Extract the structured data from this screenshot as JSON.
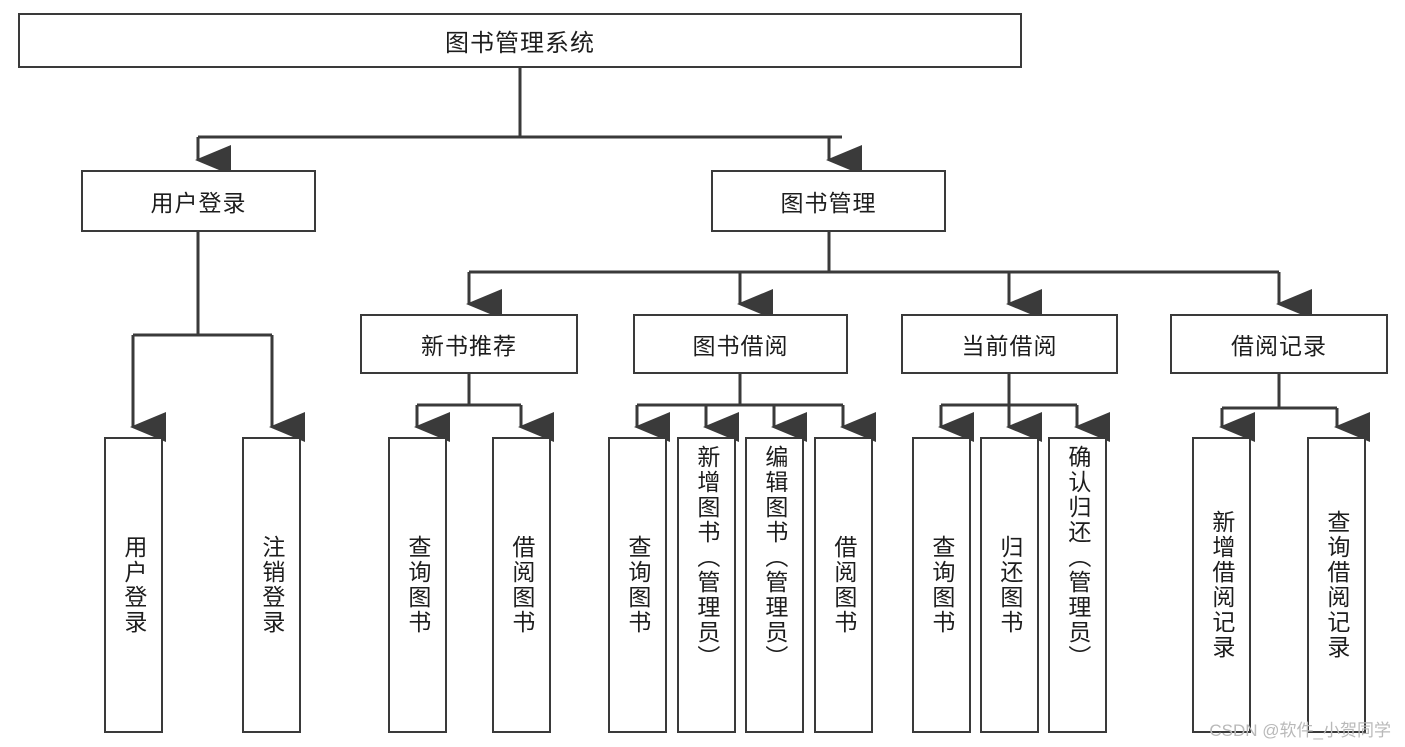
{
  "diagram": {
    "title": "图书管理系统",
    "type": "tree",
    "root": {
      "label": "图书管理系统"
    },
    "level2": [
      {
        "label": "用户登录"
      },
      {
        "label": "图书管理"
      }
    ],
    "level3": [
      {
        "label": "新书推荐"
      },
      {
        "label": "图书借阅"
      },
      {
        "label": "当前借阅"
      },
      {
        "label": "借阅记录"
      }
    ],
    "leaves": [
      {
        "label": "用户登录",
        "parent": "用户登录"
      },
      {
        "label": "注销登录",
        "parent": "用户登录"
      },
      {
        "label": "查询图书",
        "parent": "新书推荐"
      },
      {
        "label": "借阅图书",
        "parent": "新书推荐"
      },
      {
        "label": "查询图书",
        "parent": "图书借阅"
      },
      {
        "label": "新增图书（管理员）",
        "parent": "图书借阅"
      },
      {
        "label": "编辑图书（管理员）",
        "parent": "图书借阅"
      },
      {
        "label": "借阅图书",
        "parent": "图书借阅"
      },
      {
        "label": "查询图书",
        "parent": "当前借阅"
      },
      {
        "label": "归还图书",
        "parent": "当前借阅"
      },
      {
        "label": "确认归还（管理员）",
        "parent": "当前借阅"
      },
      {
        "label": "新增借阅记录",
        "parent": "借阅记录"
      },
      {
        "label": "查询借阅记录",
        "parent": "借阅记录"
      }
    ]
  },
  "watermark": {
    "text": "CSDN @软件_小贺同学"
  },
  "colors": {
    "stroke": "#3a3a3a",
    "text": "#1d1d1d",
    "background": "#ffffff",
    "watermark": "#b9b9b9"
  }
}
